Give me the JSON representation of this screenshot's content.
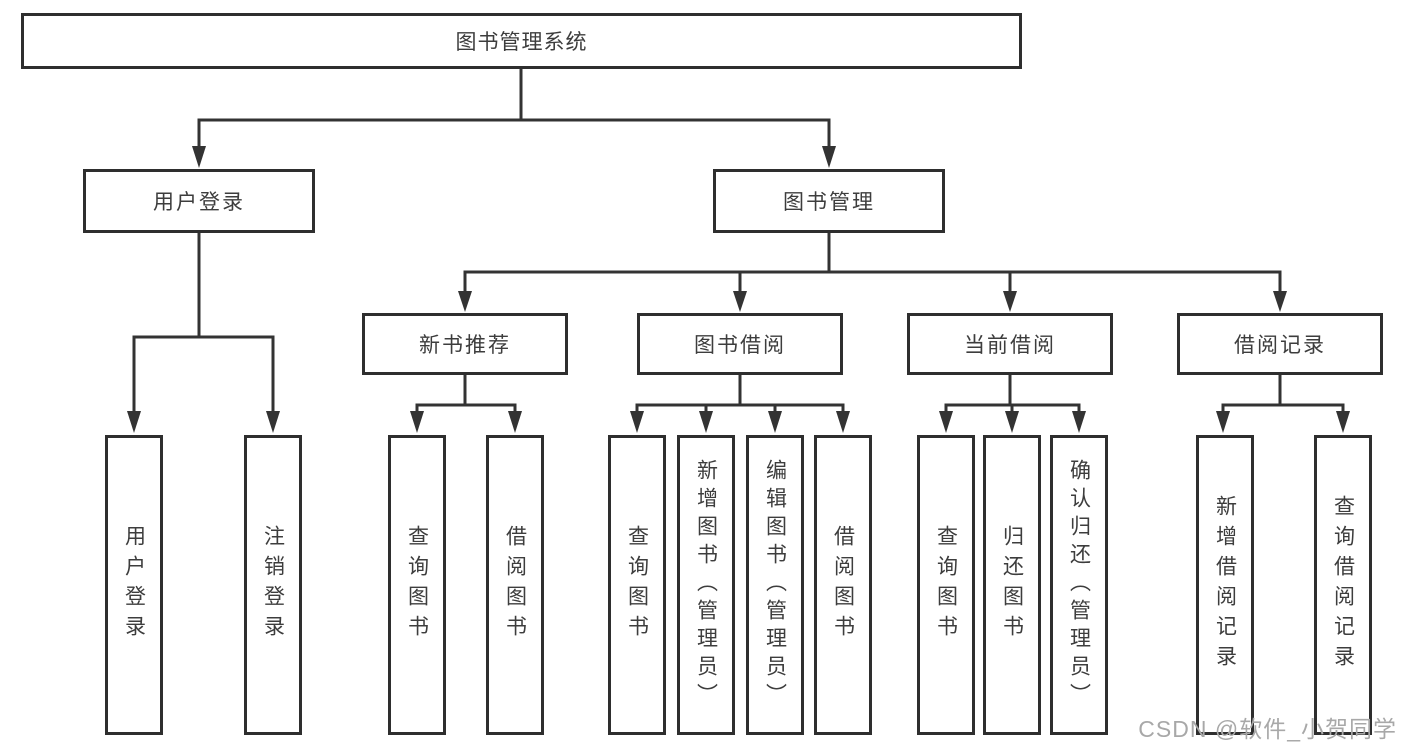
{
  "diagram": {
    "title": "图书管理系统",
    "nodes": {
      "root": "图书管理系统",
      "user_login": "用户登录",
      "book_mgmt": "图书管理",
      "new_book_rec": "新书推荐",
      "book_borrow": "图书借阅",
      "current_borrow": "当前借阅",
      "borrow_records": "借阅记录"
    },
    "leaves_user_login": [
      "用户登录",
      "注销登录"
    ],
    "leaves_new_book": [
      "查询图书",
      "借阅图书"
    ],
    "leaves_book_borrow": [
      "查询图书",
      "新增图书（管理员）",
      "编辑图书（管理员）",
      "借阅图书"
    ],
    "leaves_current": [
      "查询图书",
      "归还图书",
      "确认归还（管理员）"
    ],
    "leaves_records": [
      "新增借阅记录",
      "查询借阅记录"
    ]
  },
  "watermark": {
    "text": "CSDN @软件_小贺同学"
  },
  "colors": {
    "line": "#333333",
    "box_border": "#2e2e2e",
    "text": "#3d3d3d",
    "watermark": "#a8a8a8",
    "background": "#ffffff"
  }
}
